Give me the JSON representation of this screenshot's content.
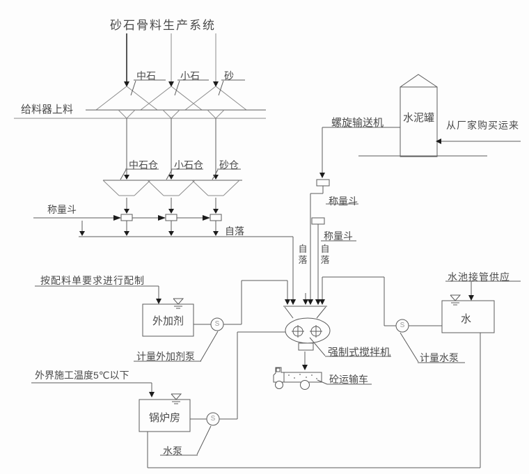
{
  "title": "砂石骨料生产系统",
  "labels": {
    "feeder_loading": "给料器上料",
    "medium_stone": "中石",
    "small_stone": "小石",
    "sand": "砂",
    "medium_stone_silo": "中石仓",
    "small_stone_silo": "小石仓",
    "sand_silo": "砂仓",
    "weigh_hopper_aggregate": "称量斗",
    "gravity_drop_aggregate": "自落",
    "screw_conveyor": "螺旋输送机",
    "cement_tank": "水泥罐",
    "purchased_from_factory": "从厂家购买运来",
    "weigh_hopper_cement_1": "称量斗",
    "weigh_hopper_cement_2": "称量斗",
    "gravity_drop_cement_1": "自落",
    "gravity_drop_cement_2": "自落",
    "mix_per_batch_sheet": "按配料单要求进行配制",
    "admixture_tank": "外加剂",
    "admixture_metering_pump": "计量外加剂泵",
    "forced_mixer": "强制式搅拌机",
    "concrete_truck": "砼运输车",
    "pool_pipe_supply": "水池接管供应",
    "water_tank": "水",
    "water_metering_pump": "计量水泵",
    "ambient_temp_below_5c": "外界施工温度5℃以下",
    "boiler_room": "锅炉房",
    "water_pump": "水泵",
    "pump_symbol": "S"
  },
  "colors": {
    "line": "#5a5a5a",
    "arrow": "#1c1c1c",
    "text": "#4a4a4a",
    "background": "#fdfdfd"
  }
}
